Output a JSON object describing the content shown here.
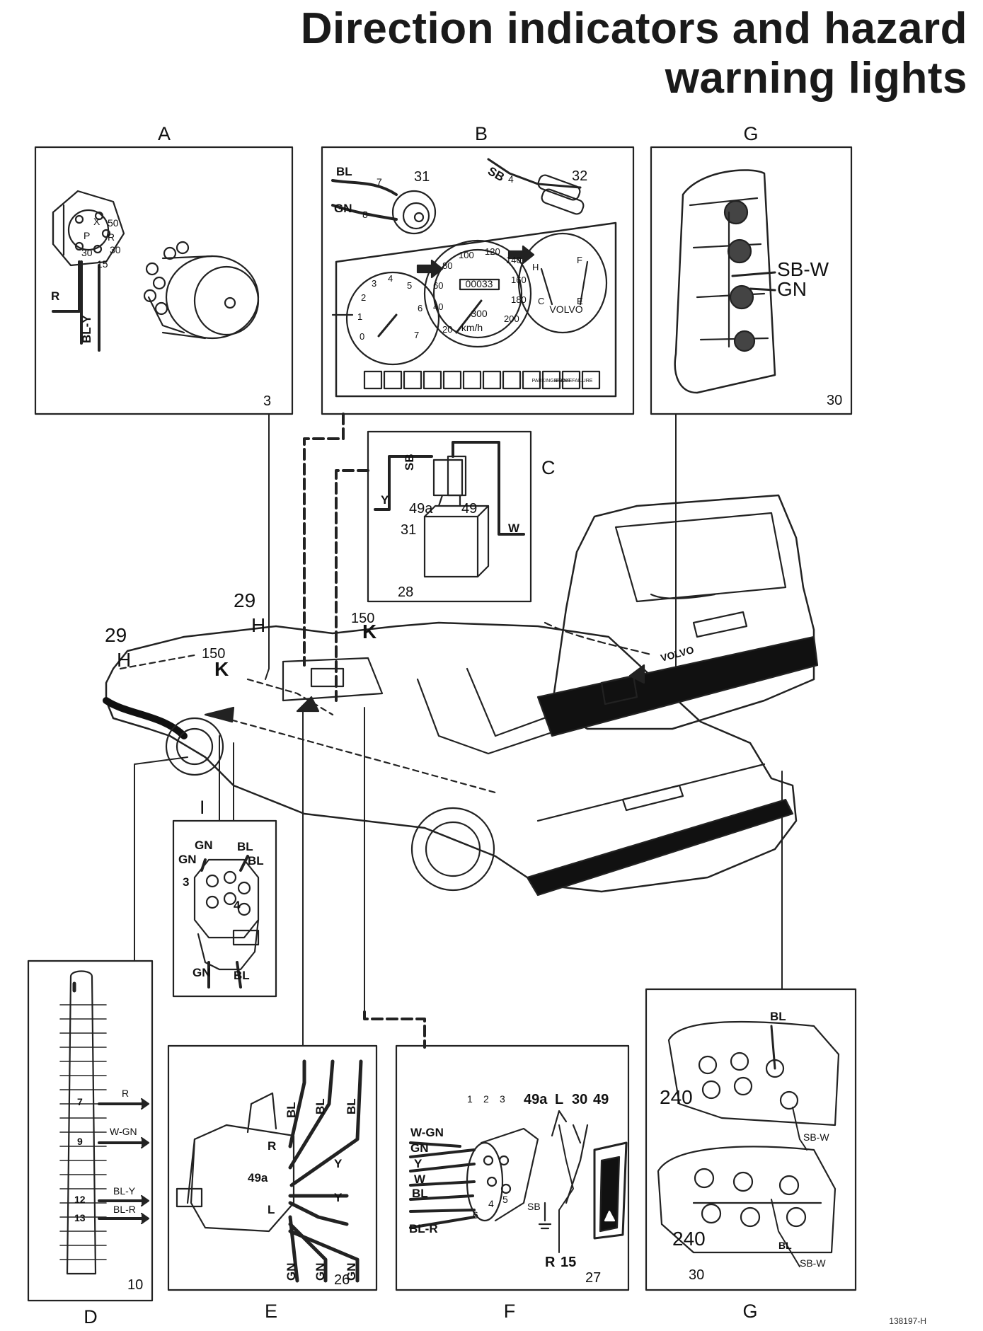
{
  "title": {
    "line1": "Direction indicators and hazard",
    "line2": "warning lights"
  },
  "panel_letters": {
    "a": "A",
    "b": "B",
    "c": "C",
    "d": "D",
    "e": "E",
    "f": "F",
    "g_top": "G",
    "g_bottom": "G",
    "i": "I"
  },
  "panel_numbers": {
    "a": "3",
    "b1": "31",
    "b2": "32",
    "c": "28",
    "d": "10",
    "e": "26",
    "f": "27",
    "g_top": "30",
    "g_bottom": "30"
  },
  "panel_a": {
    "bl_y": "BL-Y",
    "r": "R",
    "pos_x": "X",
    "pos_p": "P",
    "pos_r": "R",
    "t30": "30",
    "t15": "15",
    "t50": "50",
    "t30b": "30"
  },
  "panel_b": {
    "bl": "BL",
    "gn": "GN",
    "t7": "7",
    "t8": "8",
    "sb": "SB",
    "t4": "4",
    "kmh": "km/h",
    "odometer": "00033",
    "trip": "300",
    "brand": "VOLVO",
    "parking_brake": "PARKING BRAKE",
    "brake_failure": "BRAKE FAILURE",
    "speed_ticks": [
      "20",
      "40",
      "60",
      "80",
      "100",
      "120",
      "140",
      "160",
      "180",
      "200"
    ],
    "tach_ticks": [
      "0",
      "1",
      "2",
      "3",
      "4",
      "5",
      "6",
      "7"
    ],
    "gauge_h": "H",
    "gauge_c": "C",
    "gauge_f": "F",
    "gauge_e": "E"
  },
  "panel_c": {
    "sb": "SB",
    "y": "Y",
    "w": "W",
    "t49a": "49a",
    "t49": "49",
    "t31": "31"
  },
  "panel_g_top": {
    "sb_w": "SB-W",
    "gn": "GN"
  },
  "car": {
    "n29a": "29",
    "h1": "H",
    "n150a": "150",
    "k1": "K",
    "n29b": "29",
    "h2": "H",
    "n150b": "150",
    "k2": "K",
    "wagon_brand": "VOLVO"
  },
  "panel_i": {
    "gn_a": "GN",
    "bl_a": "BL",
    "gn_b": "GN",
    "bl_b": "BL",
    "t3": "3",
    "t4": "4",
    "gn_c": "GN",
    "bl_c": "BL"
  },
  "panel_d": {
    "r": "R",
    "w_gn": "W-GN",
    "bl_y": "BL-Y",
    "bl_r": "BL-R",
    "t7": "7",
    "t9": "9",
    "t12": "12",
    "t13": "13"
  },
  "panel_e": {
    "bl1": "BL",
    "bl2": "BL",
    "bl3": "BL",
    "r": "R",
    "y1": "Y",
    "y2": "Y",
    "t49a": "49a",
    "l": "L",
    "gn1": "GN",
    "gn2": "GN",
    "gn3": "GN"
  },
  "panel_f": {
    "w_gn": "W-GN",
    "gn": "GN",
    "y": "Y",
    "w": "W",
    "bl": "BL",
    "bl_r": "BL-R",
    "pins": [
      "1",
      "2",
      "3",
      "4",
      "5",
      "6"
    ],
    "t49a": "49a",
    "l": "L",
    "t30": "30",
    "t49": "49",
    "sb": "SB",
    "r": "R",
    "t15": "15"
  },
  "panel_g_bottom": {
    "bl1": "BL",
    "sb_w1": "SB-W",
    "model1": "240",
    "model2": "240",
    "bl2": "BL",
    "sb_w2": "SB-W"
  },
  "figure_id": "138197-H"
}
